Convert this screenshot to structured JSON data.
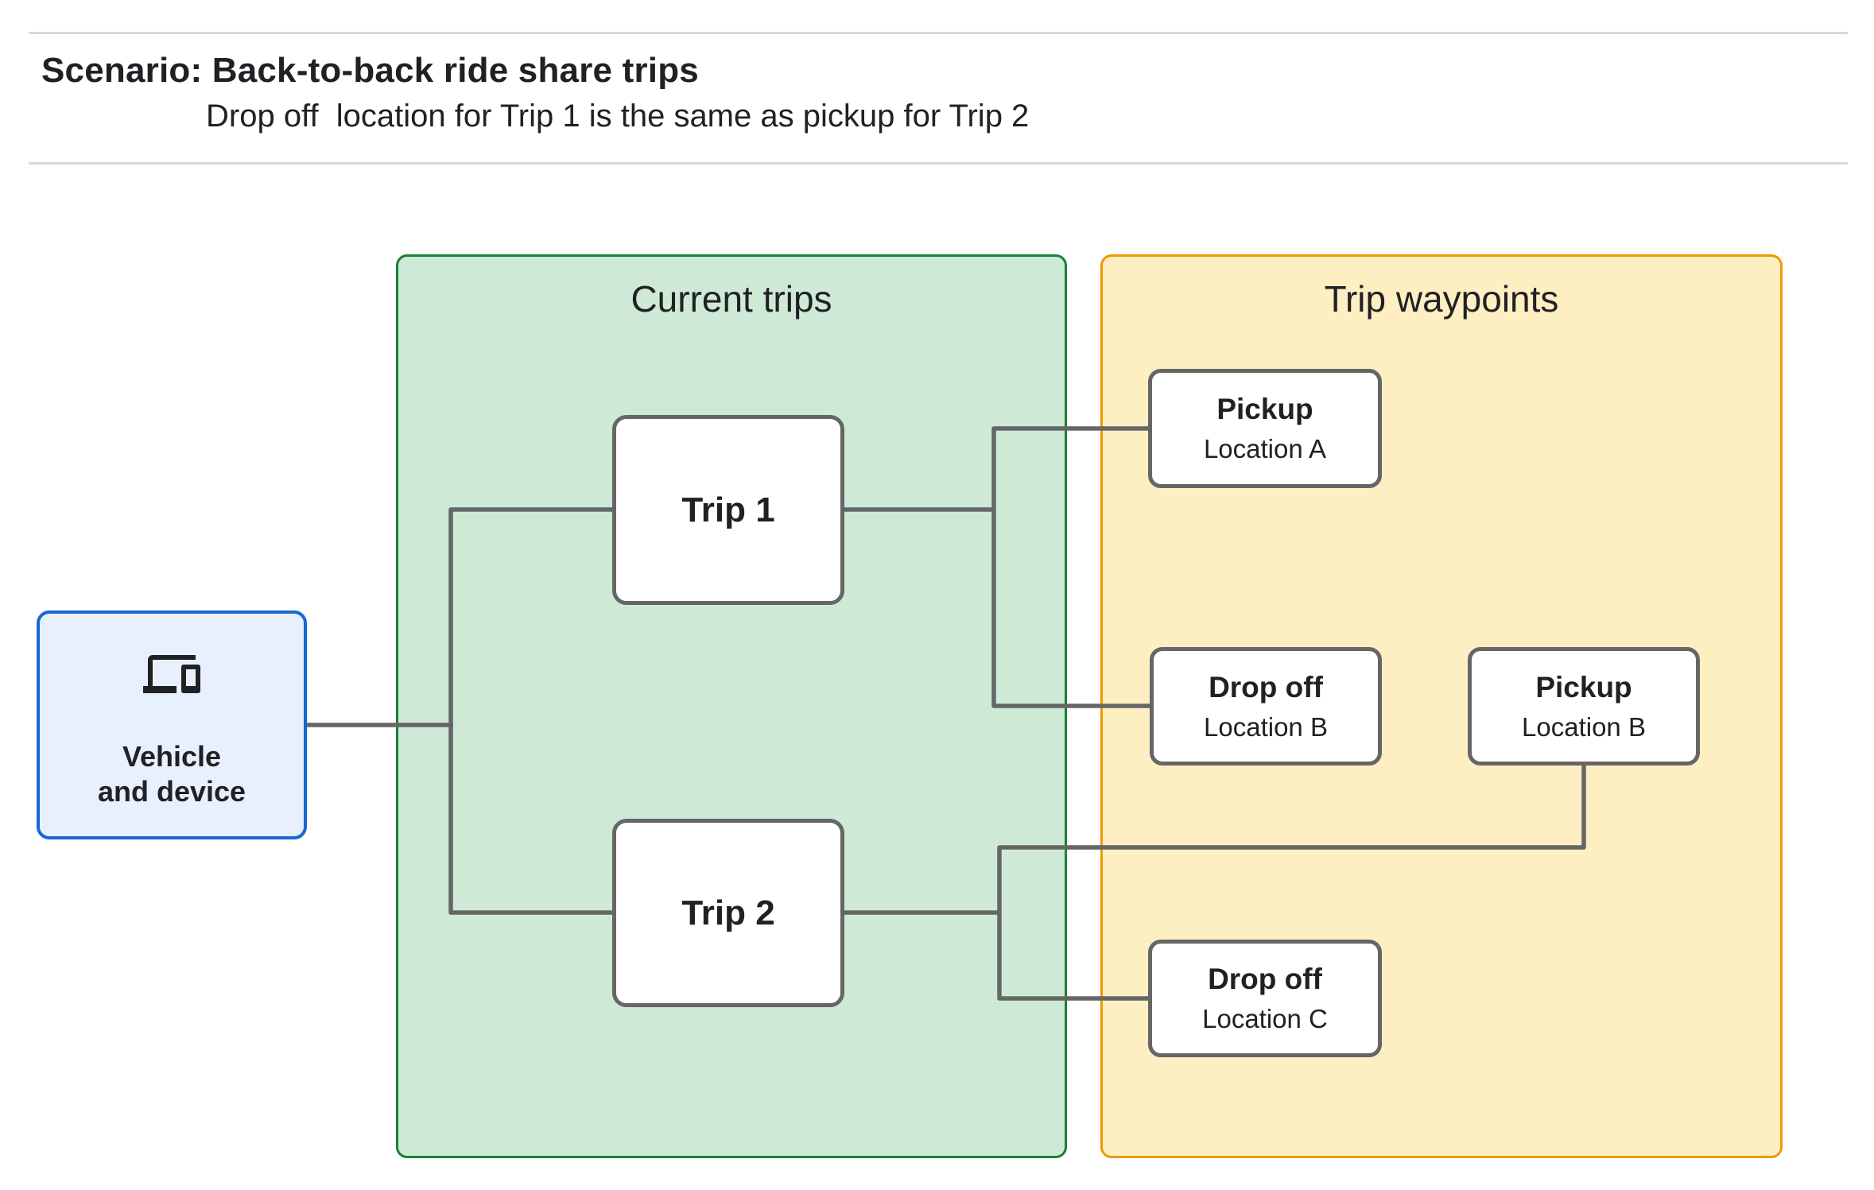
{
  "header": {
    "title": "Scenario: Back-to-back ride share trips",
    "subtitle": "Drop off  location for Trip 1 is the same as pickup for Trip 2"
  },
  "diagram": {
    "vehicle_box": {
      "icon": "devices-icon",
      "label_line1": "Vehicle",
      "label_line2": "and device"
    },
    "current_trips_panel": {
      "title": "Current trips"
    },
    "trip_waypoints_panel": {
      "title": "Trip waypoints"
    },
    "trips": [
      {
        "label": "Trip 1"
      },
      {
        "label": "Trip 2"
      }
    ],
    "waypoints": [
      {
        "title": "Pickup",
        "subtitle": "Location A"
      },
      {
        "title": "Drop off",
        "subtitle": "Location B"
      },
      {
        "title": "Pickup",
        "subtitle": "Location B"
      },
      {
        "title": "Drop off",
        "subtitle": "Location C"
      }
    ],
    "colors": {
      "vehicle_box_fill": "#E8F0FE",
      "vehicle_box_border": "#1967D2",
      "current_trips_fill": "#CEEAD6",
      "current_trips_border": "#188038",
      "trip_waypoints_fill": "#FEEFC3",
      "trip_waypoints_border": "#F29900",
      "card_border": "#666666",
      "connector_line": "#666666",
      "text": "#202124",
      "divider": "#D9D9D9"
    }
  }
}
